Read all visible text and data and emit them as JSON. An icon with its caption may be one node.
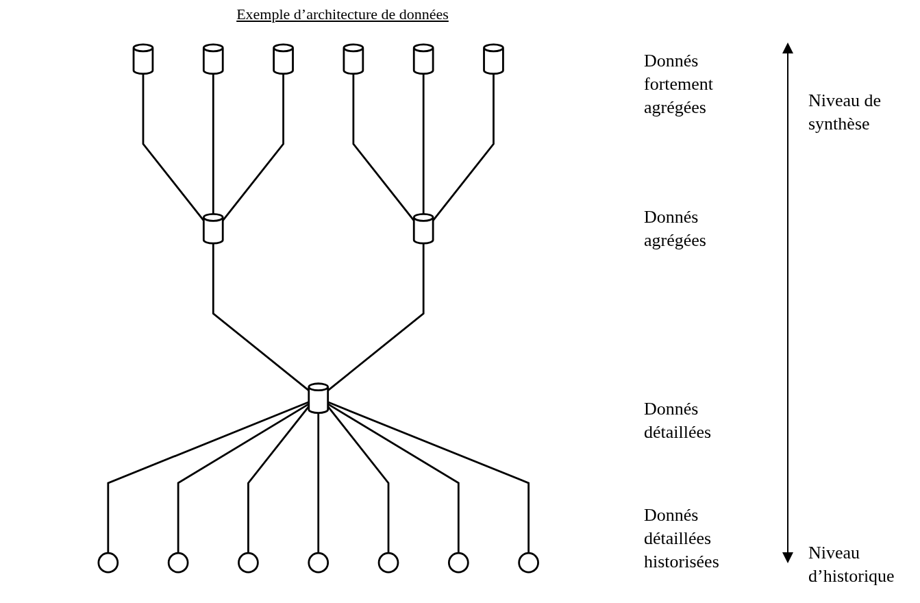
{
  "diagram": {
    "title": "Exemple d’architecture de données",
    "nodes": [
      {
        "text": [],
        "shape": "cylinder"
      },
      {
        "text": [],
        "shape": "cylinder"
      },
      {
        "text": [],
        "shape": "cylinder"
      },
      {
        "text": [],
        "shape": "cylinder"
      },
      {
        "text": [],
        "shape": "cylinder"
      },
      {
        "text": [],
        "shape": "cylinder"
      },
      {
        "text": [],
        "shape": "cylinder"
      },
      {
        "text": [],
        "shape": "cylinder"
      },
      {
        "text": [],
        "shape": "cylinder"
      },
      {
        "text": [],
        "shape": "tape"
      },
      {
        "text": [],
        "shape": "tape"
      },
      {
        "text": [],
        "shape": "tape"
      },
      {
        "text": [],
        "shape": "tape"
      },
      {
        "text": [],
        "shape": "tape"
      },
      {
        "text": [],
        "shape": "tape"
      },
      {
        "text": [],
        "shape": "tape"
      }
    ],
    "edges": [
      {
        "from": 0,
        "to": 6,
        "arrow": "none"
      },
      {
        "from": 1,
        "to": 6,
        "arrow": "none"
      },
      {
        "from": 2,
        "to": 6,
        "arrow": "none"
      },
      {
        "from": 3,
        "to": 7,
        "arrow": "none"
      },
      {
        "from": 4,
        "to": 7,
        "arrow": "none"
      },
      {
        "from": 5,
        "to": 7,
        "arrow": "none"
      },
      {
        "from": 6,
        "to": 8,
        "arrow": "none"
      },
      {
        "from": 7,
        "to": 8,
        "arrow": "none"
      },
      {
        "from": 8,
        "to": 9,
        "arrow": "none"
      },
      {
        "from": 8,
        "to": 10,
        "arrow": "none"
      },
      {
        "from": 8,
        "to": 11,
        "arrow": "none"
      },
      {
        "from": 8,
        "to": 12,
        "arrow": "none"
      },
      {
        "from": 8,
        "to": 13,
        "arrow": "none"
      },
      {
        "from": 8,
        "to": 14,
        "arrow": "none"
      },
      {
        "from": 8,
        "to": 15,
        "arrow": "none"
      }
    ],
    "labels": [
      "Donnés fortement agrégées",
      "Niveau de synthèse",
      "Donnés agrégées",
      "Donnés détaillées",
      "Donnés détaillées historisées",
      "Niveau d’historique"
    ]
  }
}
